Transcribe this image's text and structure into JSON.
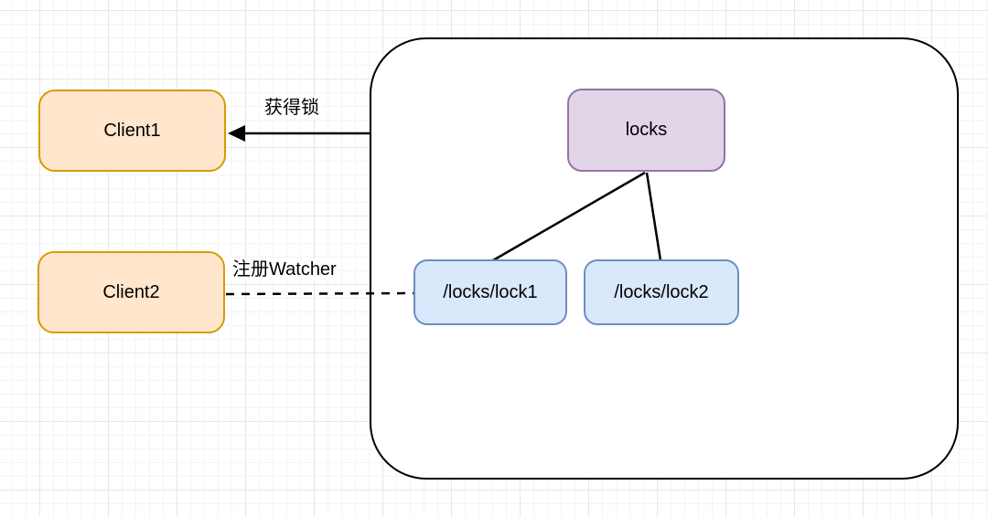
{
  "diagram": {
    "title_hint": "zookeeper-distributed-lock-diagram",
    "container": {
      "shape": "large-rounded-rectangle",
      "fill": "#ffffff",
      "border_color": "#000000"
    },
    "nodes": {
      "client1": {
        "label": "Client1",
        "fill": "#ffe6cc",
        "border_color": "#d79b00"
      },
      "client2": {
        "label": "Client2",
        "fill": "#ffe6cc",
        "border_color": "#d79b00"
      },
      "locks_root": {
        "label": "locks",
        "fill": "#e1d5e7",
        "border_color": "#9673a6"
      },
      "lock1": {
        "label": "/locks/lock1",
        "fill": "#dae8fc",
        "border_color": "#6c8ebf"
      },
      "lock2": {
        "label": "/locks/lock2",
        "fill": "#dae8fc",
        "border_color": "#6c8ebf"
      }
    },
    "edges": {
      "acquire_lock": {
        "label": "获得锁",
        "style": "solid",
        "arrowhead": "filled-triangle-left",
        "from": "container-left-edge",
        "to": "client1"
      },
      "register_watcher": {
        "label": "注册Watcher",
        "style": "dashed",
        "from": "client2",
        "to": "lock1"
      },
      "tree_edge_lock1": {
        "style": "solid",
        "from": "locks_root",
        "to": "lock1"
      },
      "tree_edge_lock2": {
        "style": "solid",
        "from": "locks_root",
        "to": "lock2"
      }
    },
    "canvas": {
      "background": "#ffffff",
      "grid_minor_color": "#f4f4f4",
      "grid_major_color": "#e7e7e7",
      "line_color": "#000000"
    }
  }
}
